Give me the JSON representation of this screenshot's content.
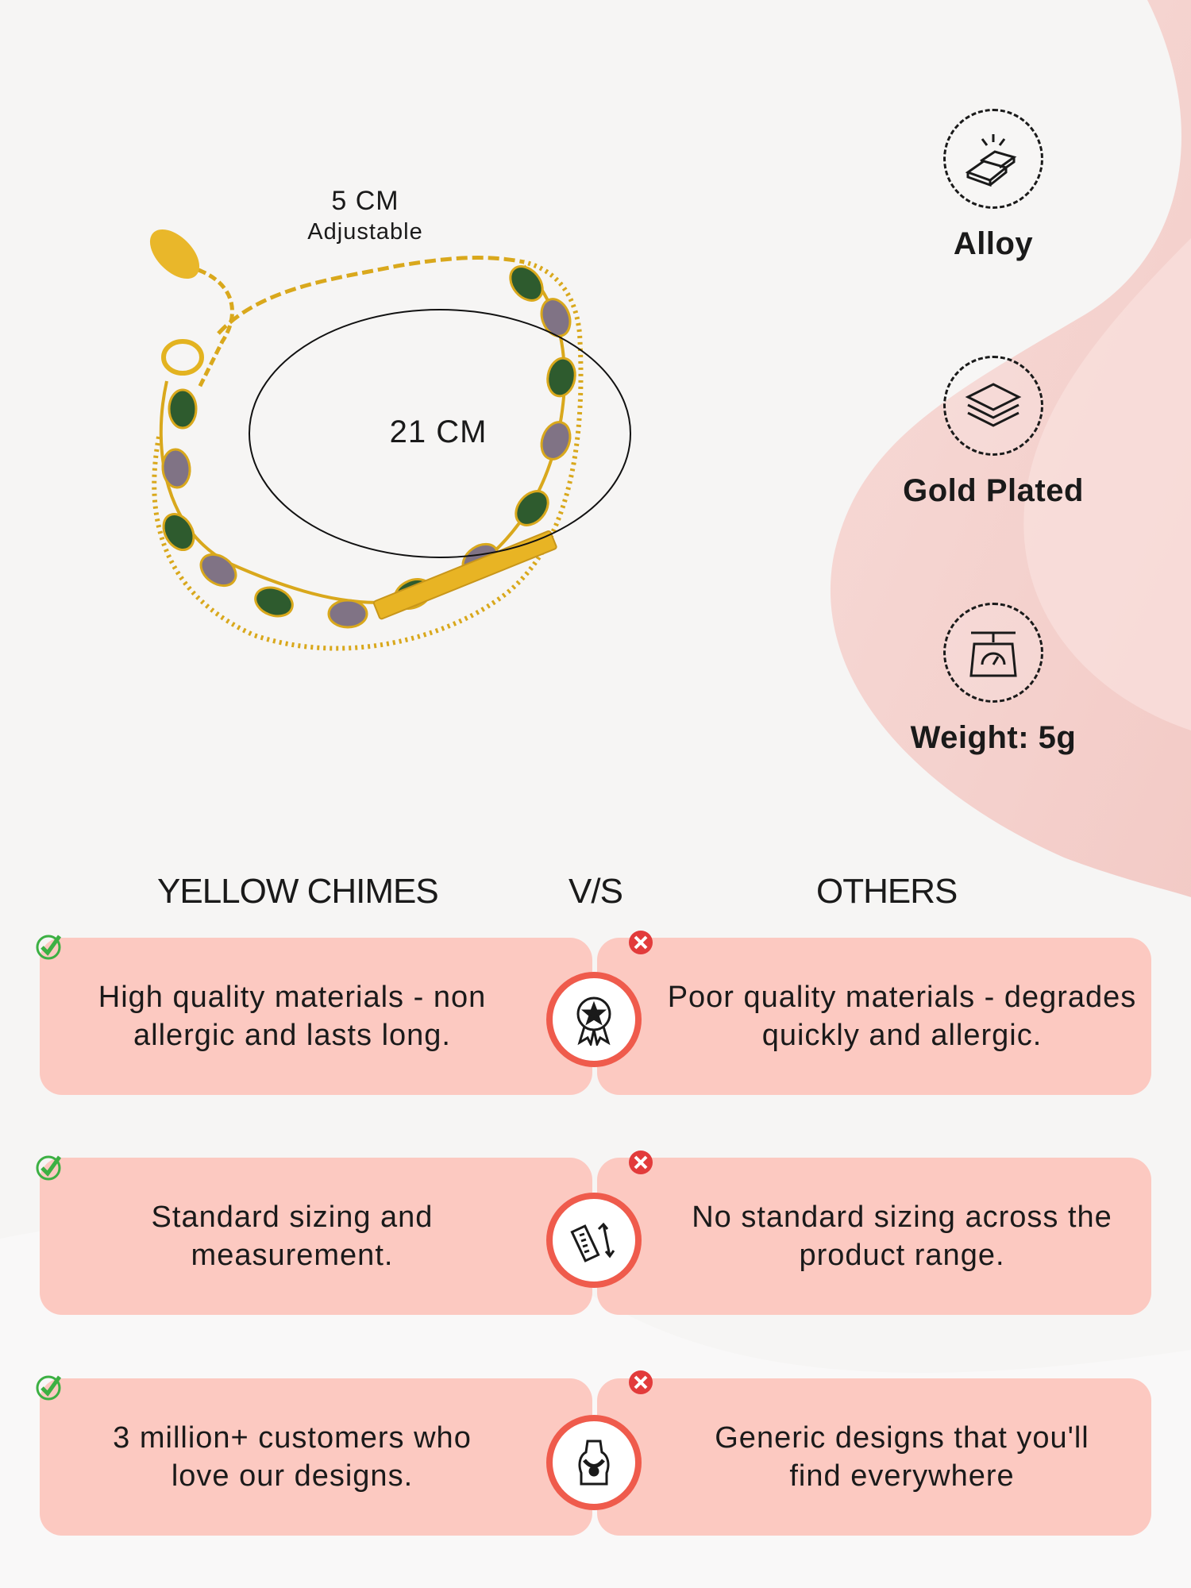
{
  "product": {
    "extension_length": "5 CM",
    "extension_note": "Adjustable",
    "length": "21 CM"
  },
  "features": [
    {
      "label": "Alloy",
      "icon": "gold-bars-icon"
    },
    {
      "label": "Gold Plated",
      "icon": "layers-icon"
    },
    {
      "label": "Weight: 5g",
      "icon": "scale-icon"
    }
  ],
  "comparison": {
    "brand_header": "YELLOW CHIMES",
    "vs_header": "V/S",
    "others_header": "OTHERS",
    "rows": [
      {
        "ours": "High quality materials - non allergic and lasts long.",
        "theirs": "Poor quality materials - degrades quickly and allergic.",
        "icon": "quality-badge-icon"
      },
      {
        "ours": "Standard sizing and measurement.",
        "theirs": "No standard sizing across the product range.",
        "icon": "ruler-icon"
      },
      {
        "ours": "3 million+ customers who love our designs.",
        "theirs": "Generic designs that you'll find everywhere",
        "icon": "jewelry-bust-icon"
      }
    ]
  },
  "colors": {
    "card": "#fcc9c1",
    "accent": "#ef5b4c",
    "check": "#3cb043",
    "cross": "#e23b3b",
    "gold": "#e3b320"
  }
}
